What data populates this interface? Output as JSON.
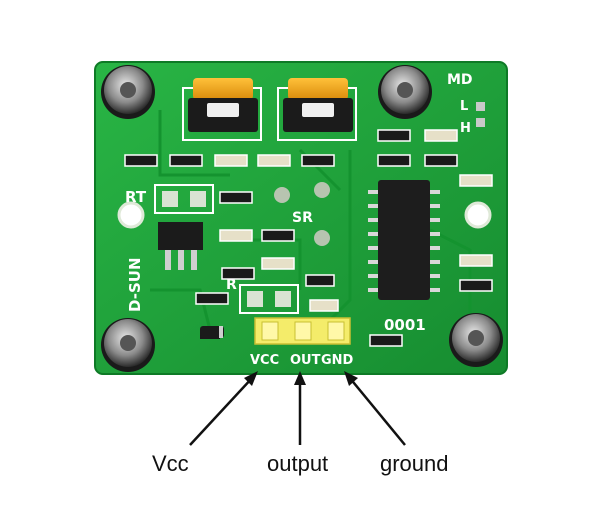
{
  "board": {
    "brand": "D-SUN",
    "label_rt": "RT",
    "label_sr": "SR",
    "label_r": "R",
    "label_md": "MD",
    "label_l": "L",
    "label_h": "H",
    "serial": "0001",
    "pin_vcc": "VCC",
    "pin_out": "OUT",
    "pin_gnd": "GND",
    "colors": {
      "pcb": "#1fa83a",
      "pcb_dark": "#0e7a26",
      "silkscreen": "#ffffff",
      "potentiometer": "#f2a318",
      "header": "#f4ec6a"
    }
  },
  "callouts": {
    "vcc": "Vcc",
    "output": "output",
    "ground": "ground"
  }
}
